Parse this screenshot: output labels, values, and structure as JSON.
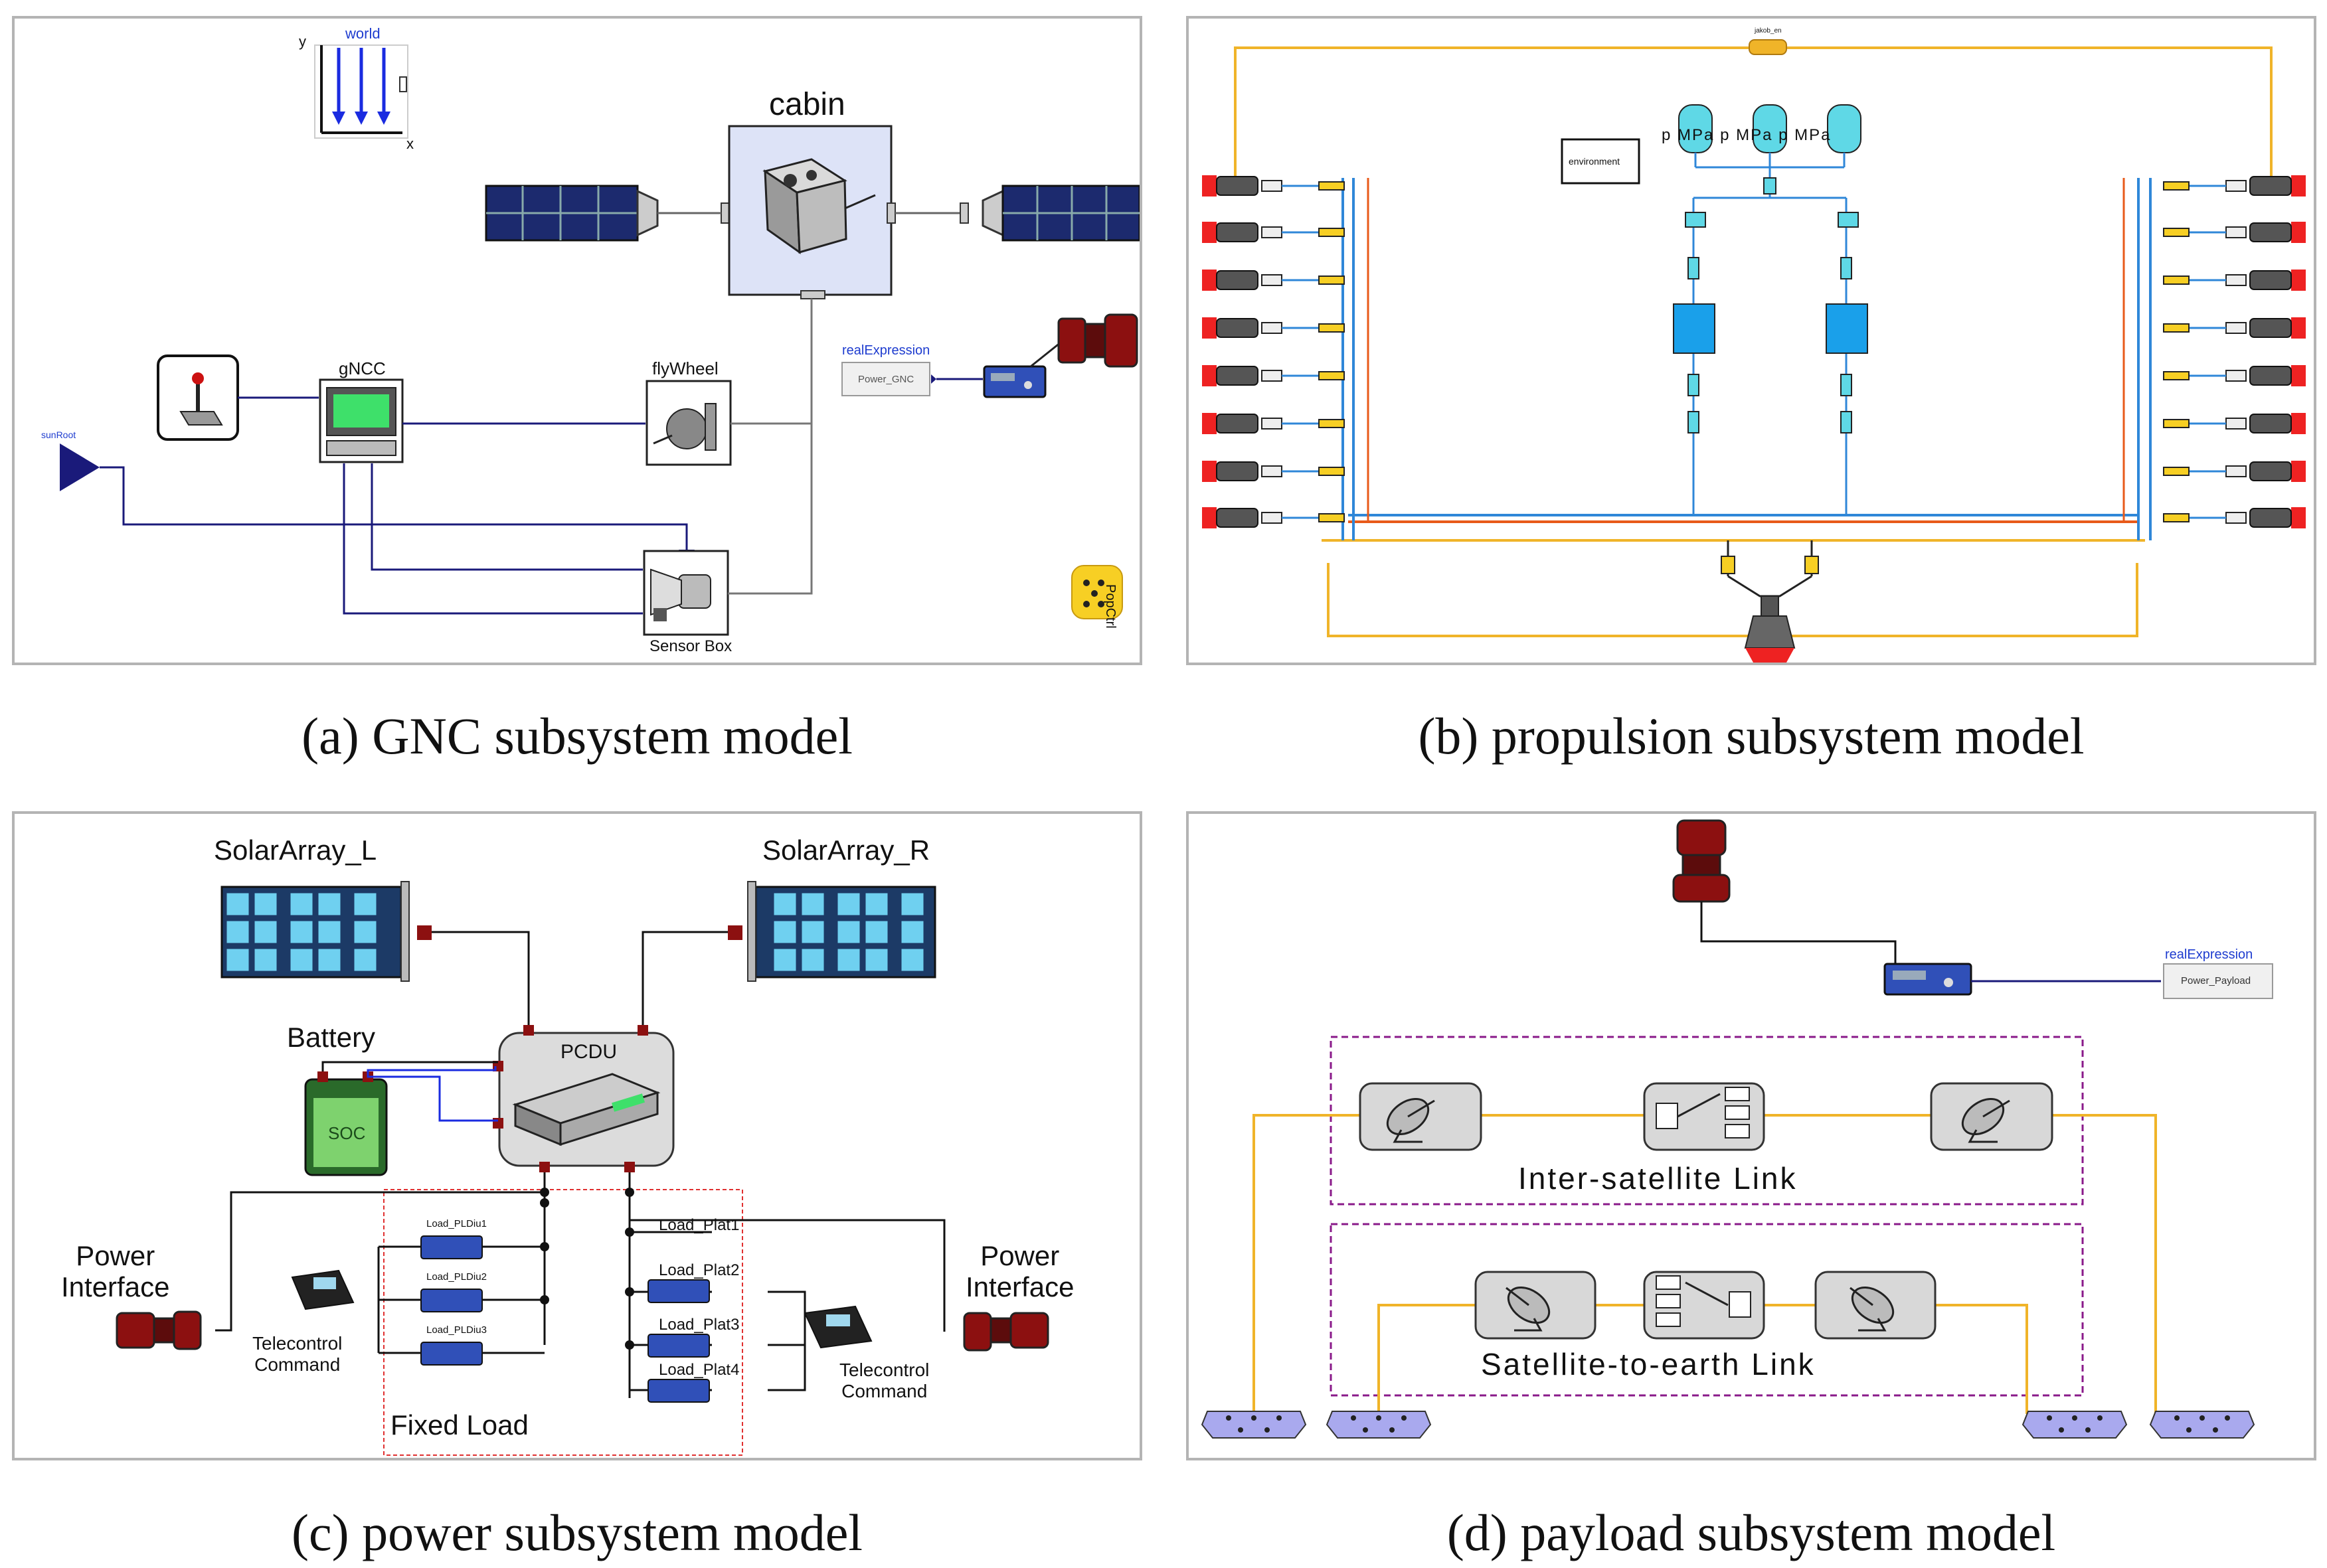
{
  "figure": {
    "captions": {
      "a": "(a) GNC subsystem model",
      "b": "(b) propulsion subsystem model",
      "c": "(c) power subsystem model",
      "d": "(d) payload subsystem model"
    }
  },
  "gnc": {
    "world": "world",
    "axis_y": "y",
    "axis_x": "x",
    "cabin": "cabin",
    "gncc": "gNCC",
    "flywheel": "flyWheel",
    "sensor_box": "Sensor Box",
    "sun_ref": "sunRoot",
    "real_expression": "realExpression",
    "power_gnc": "Power_GNC",
    "pop_ctrl": "PopCtrl"
  },
  "propulsion": {
    "environment": "environment",
    "sensor_labels": [
      "p",
      "MP",
      "a",
      "p",
      "MP",
      "a",
      "p",
      "MP",
      "a"
    ],
    "top_port": "jakob_en"
  },
  "power": {
    "solar_left": "SolarArray_L",
    "solar_right": "SolarArray_R",
    "battery": "Battery",
    "soc": "SOC",
    "pcdu": "PCDU",
    "power_interface_left": [
      "Power",
      "Interface"
    ],
    "power_interface_right": [
      "Power",
      "Interface"
    ],
    "telecontrol_left": [
      "Telecontrol",
      "Command"
    ],
    "telecontrol_right": [
      "Telecontrol",
      "Command"
    ],
    "fixed_load": "Fixed Load",
    "loads_left": [
      "Load_PLDiu1",
      "Load_PLDiu2",
      "Load_PLDiu3"
    ],
    "loads_right": [
      "Load_Plat1",
      "Load_Plat2",
      "Load_Plat3",
      "Load_Plat4"
    ]
  },
  "payload": {
    "real_expression": "realExpression",
    "power_payload": "Power_Payload",
    "inter_link": "Inter-satellite Link",
    "earth_link": "Satellite-to-earth Link"
  },
  "colors": {
    "dark_blue": "#1a1a7a",
    "signal_blue": "#1e3ccf",
    "fluid_blue": "#2f87d8",
    "orange": "#f0b429",
    "red_orange": "#e85a1a",
    "purple_dash": "#8a1a8a",
    "red_dash": "#e03030",
    "panel_border": "#b4b4b4"
  }
}
